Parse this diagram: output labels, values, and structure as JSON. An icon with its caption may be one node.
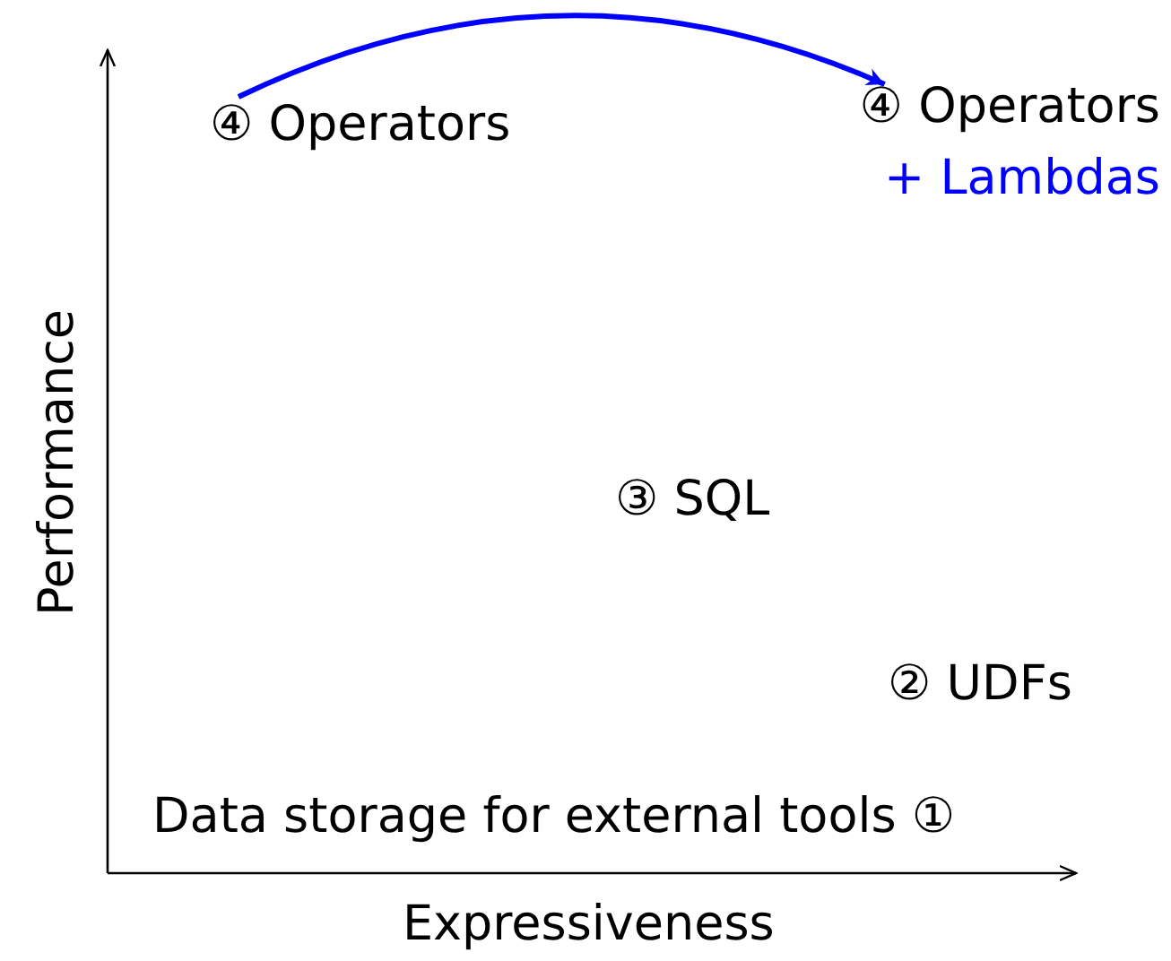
{
  "diagram": {
    "nodes": [
      {
        "text": [
          "④ Operators"
        ]
      },
      {
        "text": [
          "④ Operators",
          "+ Lambdas"
        ]
      }
    ],
    "edges": [
      {
        "from": 0,
        "to": 1,
        "arrow": "to",
        "color": "#0000ff"
      }
    ],
    "labels": [
      "Performance",
      "③ SQL",
      "② UDFs",
      "Data storage for external tools ①",
      "Expressiveness"
    ]
  }
}
